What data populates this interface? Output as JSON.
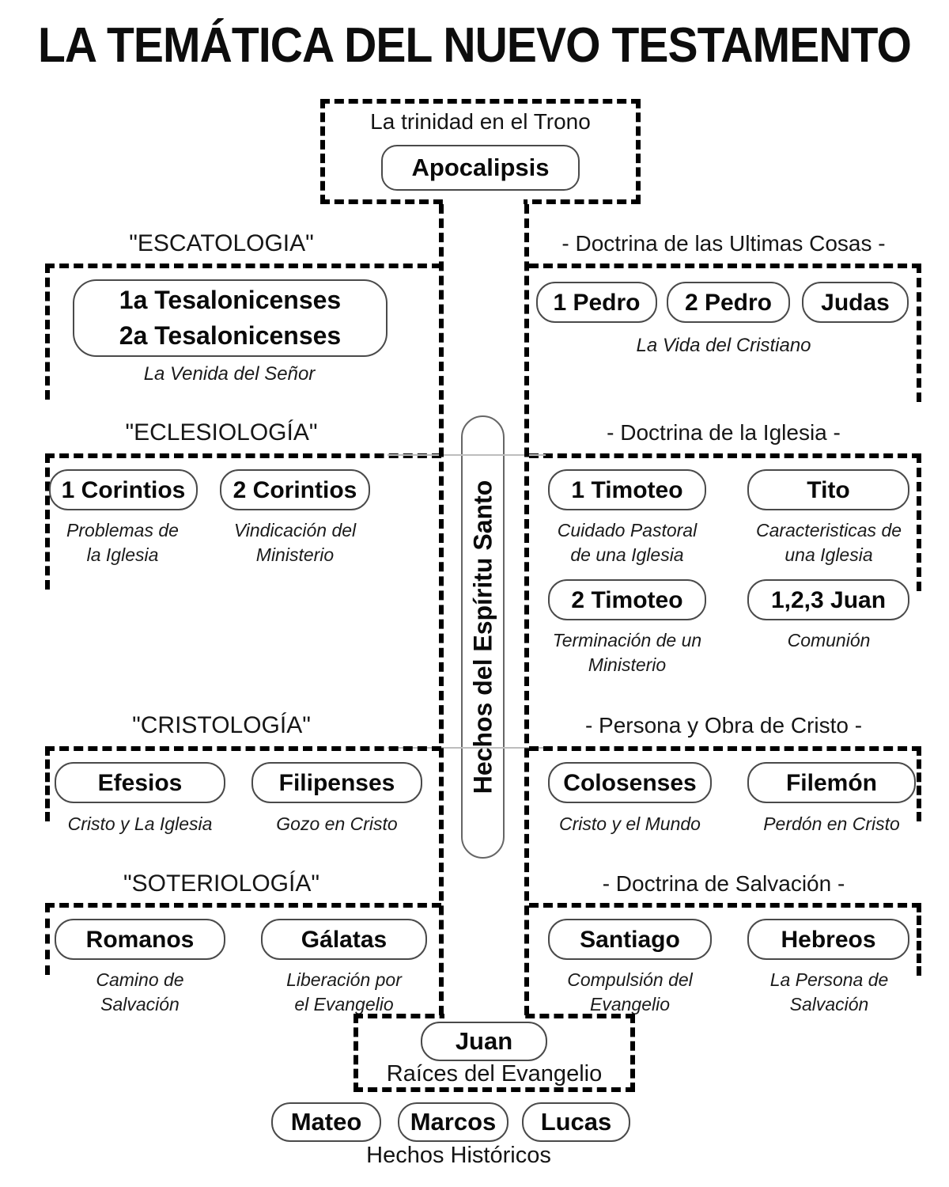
{
  "title": "LA TEMÁTICA DEL NUEVO TESTAMENTO",
  "trinity": {
    "label": "La trinidad en el Trono",
    "book": "Apocalipsis"
  },
  "spine": {
    "label": "Hechos del Espíritu Santo"
  },
  "rows": [
    {
      "left": {
        "header": "\"ESCATOLOGIA\"",
        "book": "1a Tesalonicenses\n2a Tesalonicenses",
        "caption": "La Venida del Señor"
      },
      "right": {
        "header": "- Doctrina de las Ultimas Cosas -",
        "books": [
          "1 Pedro",
          "2 Pedro",
          "Judas"
        ],
        "caption": "La Vida del Cristiano"
      }
    },
    {
      "left": {
        "header": "\"ECLESIOLOGÍA\"",
        "items": [
          {
            "book": "1 Corintios",
            "caption": "Problemas de\nla Iglesia"
          },
          {
            "book": "2 Corintios",
            "caption": "Vindicación del\nMinisterio"
          }
        ]
      },
      "right": {
        "header": "- Doctrina de la Iglesia -",
        "items": [
          {
            "book": "1 Timoteo",
            "caption": "Cuidado Pastoral\nde una Iglesia"
          },
          {
            "book": "Tito",
            "caption": "Caracteristicas de\nuna Iglesia"
          },
          {
            "book": "2 Timoteo",
            "caption": "Terminación de un\nMinisterio"
          },
          {
            "book": "1,2,3 Juan",
            "caption": "Comunión"
          }
        ]
      }
    },
    {
      "left": {
        "header": "\"CRISTOLOGÍA\"",
        "items": [
          {
            "book": "Efesios",
            "caption": "Cristo y La Iglesia"
          },
          {
            "book": "Filipenses",
            "caption": "Gozo en Cristo"
          }
        ]
      },
      "right": {
        "header": "- Persona y Obra de Cristo -",
        "items": [
          {
            "book": "Colosenses",
            "caption": "Cristo y el Mundo"
          },
          {
            "book": "Filemón",
            "caption": "Perdón en Cristo"
          }
        ]
      }
    },
    {
      "left": {
        "header": "\"SOTERIOLOGÍA\"",
        "items": [
          {
            "book": "Romanos",
            "caption": "Camino de\nSalvación"
          },
          {
            "book": "Gálatas",
            "caption": "Liberación por\nel Evangelio"
          }
        ]
      },
      "right": {
        "header": "- Doctrina de Salvación -",
        "items": [
          {
            "book": "Santiago",
            "caption": "Compulsión del\nEvangelio"
          },
          {
            "book": "Hebreos",
            "caption": "La Persona de\nSalvación"
          }
        ]
      }
    }
  ],
  "bottom": {
    "book": "Juan",
    "caption": "Raíces del Evangelio",
    "gospels": [
      "Mateo",
      "Marcos",
      "Lucas"
    ],
    "gospels_caption": "Hechos Históricos"
  }
}
